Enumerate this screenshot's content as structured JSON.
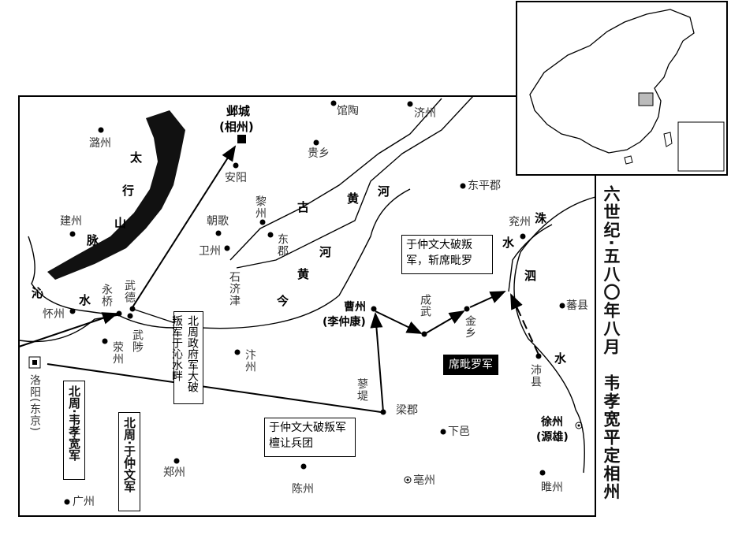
{
  "title": "六世纪·五八〇年八月　韦孝宽平定相州",
  "places": {
    "luzhou": "潞州",
    "jianzhou": "建州",
    "yecheng": "邺城",
    "xiangzhou": "(相州)",
    "anyang": "安阳",
    "lizhou": "黎州",
    "chaoge": "朝歌",
    "weizhou": "卫州",
    "shijijin": "石济津",
    "dongjun": "东郡",
    "guantao": "馆陶",
    "jizhou": "济州",
    "guixiang": "贵乡",
    "dongpingjun": "东平郡",
    "yanzhou": "兖州",
    "fanxian": "蕃县",
    "peixian": "沛县",
    "caozhou": "曹州",
    "li_zhongkang": "(李仲康)",
    "chengwu": "成武",
    "jinxiang": "金乡",
    "liaodi": "蓼堤",
    "liangjun": "梁郡",
    "xiayi": "下邑",
    "xuzhou": "徐州",
    "yuanxiong": "(源雄)",
    "bozhou": "亳州",
    "suizhou": "睢州",
    "chenzhou": "陈州",
    "zhengzhou": "郑州",
    "guangzhou": "广州",
    "bianzhou": "汴州",
    "xingzhou": "荥州",
    "wuzhi": "武陟",
    "huaizhou": "怀州",
    "yongqiao": "永桥",
    "wude": "武德",
    "luoyang": "洛阳(东京)"
  },
  "features": {
    "taihang": [
      "太",
      "行",
      "山",
      "脉"
    ],
    "qinshui": [
      "沁",
      "水"
    ],
    "old_yellow_river": [
      "古",
      "黄",
      "河"
    ],
    "present_yellow_river": [
      "河",
      "黄",
      "今"
    ],
    "zhu_si": [
      "洙",
      "水",
      "泗",
      "水"
    ]
  },
  "callouts": {
    "qinshui_battle": "北周政府军大破叛军于沁水畔",
    "wei_army": "北周·韦孝宽军",
    "yu_army": "北周·于仲文军",
    "tan_rang": "于仲文大破叛军檀让兵团",
    "xi_piluo_defeat": "于仲文大破叛军，斩席毗罗",
    "xi_piluo_army": "席毗罗军"
  }
}
